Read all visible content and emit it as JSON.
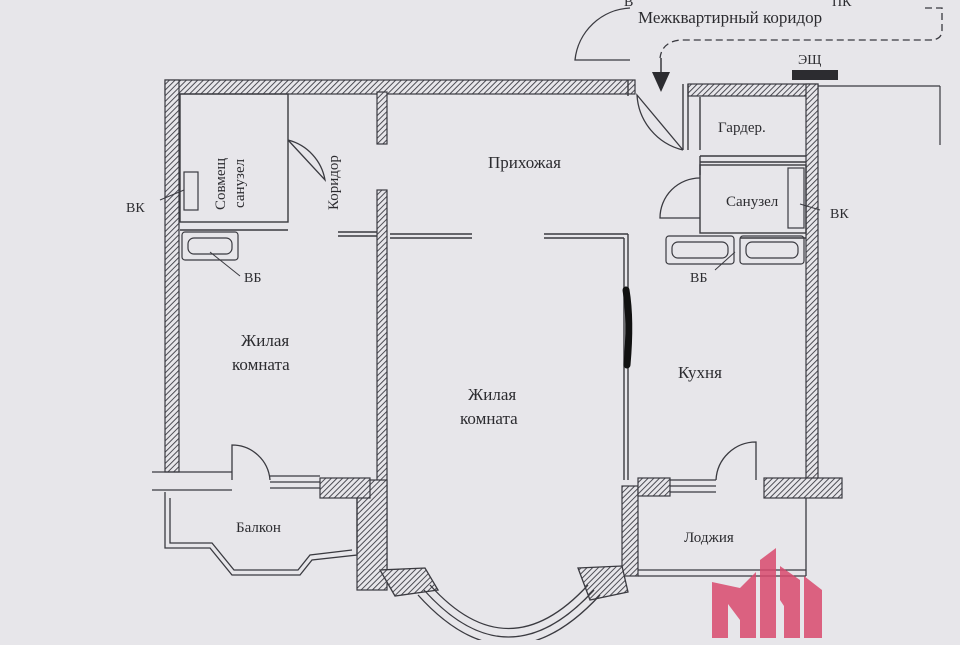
{
  "plan": {
    "corridor": "Межквартирный коридор",
    "corridor_top_left": "В",
    "corridor_top_right": "ПК",
    "panel": "ЭЩ",
    "rooms": {
      "bath_combined_line1": "Совмещ",
      "bath_combined_line2": "санузел",
      "corridor_inner": "Коридор",
      "hall": "Прихожая",
      "wardrobe": "Гардер.",
      "bathroom": "Санузел",
      "living_left_line1": "Жилая",
      "living_left_line2": "комната",
      "living_center_line1": "Жилая",
      "living_center_line2": "комната",
      "kitchen": "Кухня",
      "balcony": "Балкон",
      "loggia": "Лоджия"
    },
    "markers": {
      "vk_left": "ВК",
      "vk_right": "ВК",
      "vb_left": "ВБ",
      "vb_right": "ВБ"
    },
    "colors": {
      "background": "#e7e6ea",
      "line": "#3a3a40",
      "wall_hatch": "#3c3c44",
      "watermark": "#d94a6e",
      "marker_stroke": "#111111"
    }
  }
}
